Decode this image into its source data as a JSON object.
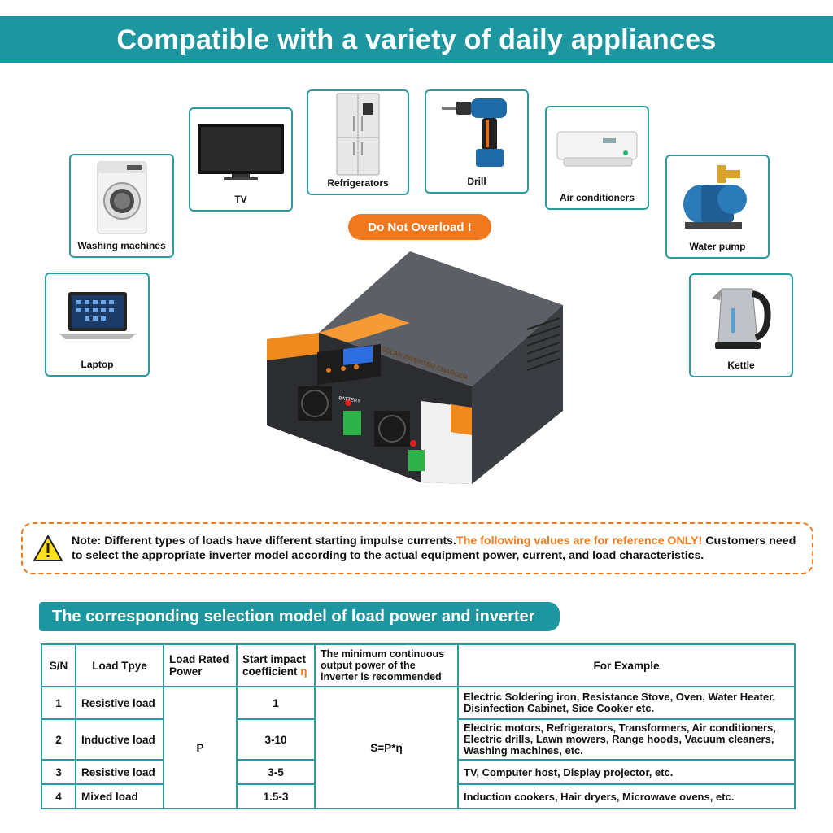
{
  "banner": {
    "title": "Compatible with a variety of daily appliances"
  },
  "appliances": {
    "laptop": "Laptop",
    "washing": "Washing machines",
    "tv": "TV",
    "fridge": "Refrigerators",
    "drill": "Drill",
    "ac": "Air conditioners",
    "pump": "Water pump",
    "kettle": "Kettle"
  },
  "overload": {
    "label": "Do Not Overload !"
  },
  "inverter": {
    "front_text": "SOLAR INVERTER CHARGER",
    "battery_text": "BATTERY"
  },
  "note": {
    "part1": "Note: Different types of loads have different starting impulse currents.",
    "part2": "The following values are for reference ONLY!",
    "part3": " Customers need to select the appropriate inverter model according to the actual equipment power, current, and load characteristics."
  },
  "section": {
    "title": "The corresponding selection model of load power and inverter"
  },
  "table": {
    "headers": {
      "sn": "S/N",
      "load_type": "Load Tpye",
      "rated_power": "Load Rated Power",
      "start_coef": "Start impact coefficient",
      "eta": "η",
      "min_output": "The minimum continuous output power of the inverter is recommended",
      "example": "For Example"
    },
    "rated_power_value": "P",
    "formula": "S=P*η",
    "rows": [
      {
        "sn": "1",
        "type": "Resistive load",
        "coef": "1",
        "example": "Electric Soldering iron, Resistance Stove, Oven, Water Heater, Disinfection Cabinet, Sice Cooker  etc."
      },
      {
        "sn": "2",
        "type": "Inductive load",
        "coef": "3-10",
        "example": "Electric motors, Refrigerators, Transformers, Air conditioners, Electric drills, Lawn mowers, Range hoods, Vacuum cleaners, Washing machines, etc."
      },
      {
        "sn": "3",
        "type": "Resistive load",
        "coef": "3-5",
        "example": "TV, Computer host, Display projector, etc."
      },
      {
        "sn": "4",
        "type": "Mixed load",
        "coef": "1.5-3",
        "example": "Induction cookers, Hair dryers, Microwave ovens, etc."
      }
    ]
  },
  "colors": {
    "teal": "#1e96a0",
    "orange": "#f07a1e"
  }
}
